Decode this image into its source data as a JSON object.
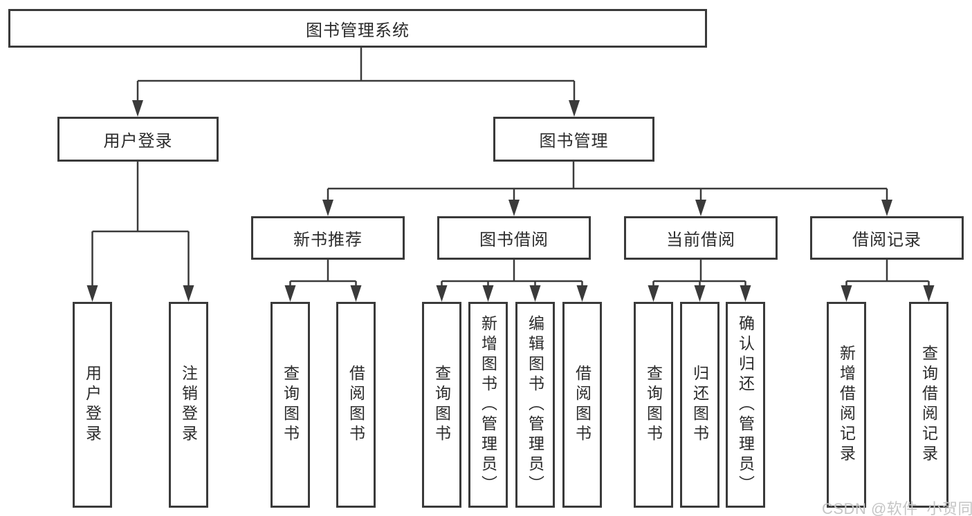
{
  "title": "图书管理系统",
  "colors": {
    "line": "#3a3a3a",
    "text": "#2b2b2b",
    "background": "#ffffff",
    "watermark": "#c5c5c5"
  },
  "tree": {
    "root": "图书管理系统",
    "branches": [
      {
        "label": "用户登录",
        "children": [
          "用户登录",
          "注销登录"
        ]
      },
      {
        "label": "图书管理",
        "children": [
          {
            "label": "新书推荐",
            "children": [
              "查询图书",
              "借阅图书"
            ]
          },
          {
            "label": "图书借阅",
            "children": [
              "查询图书",
              "新增图书（管理员）",
              "编辑图书（管理员）",
              "借阅图书"
            ]
          },
          {
            "label": "当前借阅",
            "children": [
              "查询图书",
              "归还图书",
              "确认归还（管理员）"
            ]
          },
          {
            "label": "借阅记录",
            "children": [
              "新增借阅记录",
              "查询借阅记录"
            ]
          }
        ]
      }
    ]
  },
  "watermark": "CSDN @软件_小贺同学"
}
